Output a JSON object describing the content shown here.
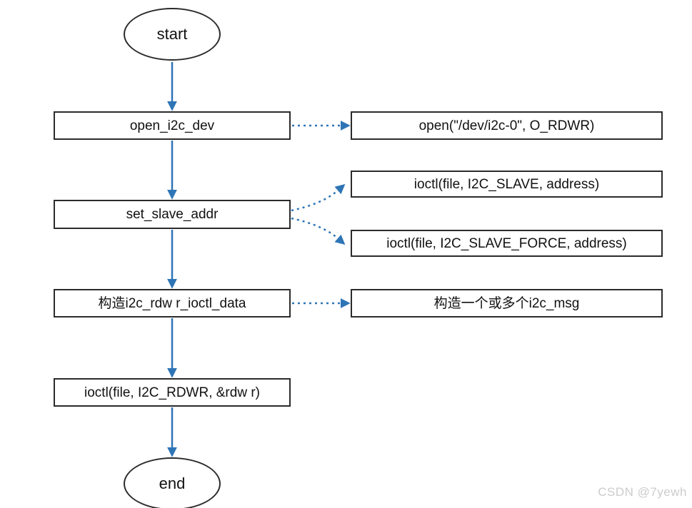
{
  "flow": {
    "start": {
      "label": "start"
    },
    "end": {
      "label": "end"
    },
    "steps": [
      {
        "label": "open_i2c_dev"
      },
      {
        "label": "set_slave_addr"
      },
      {
        "label": "构造i2c_rdw r_ioctl_data"
      },
      {
        "label": "ioctl(file, I2C_RDWR, &rdw r)"
      }
    ],
    "details": [
      {
        "label": "open(\"/dev/i2c-0\", O_RDWR)"
      },
      {
        "label": "ioctl(file, I2C_SLAVE, address)"
      },
      {
        "label": "ioctl(file, I2C_SLAVE_FORCE, address)"
      },
      {
        "label": "构造一个或多个i2c_msg"
      }
    ]
  },
  "watermark": {
    "text": "CSDN @7yewh"
  },
  "colors": {
    "arrow": "#2E75B6",
    "border": "#2b2b2b",
    "text": "#111111",
    "watermark": "#cccccc",
    "background": "#ffffff"
  }
}
